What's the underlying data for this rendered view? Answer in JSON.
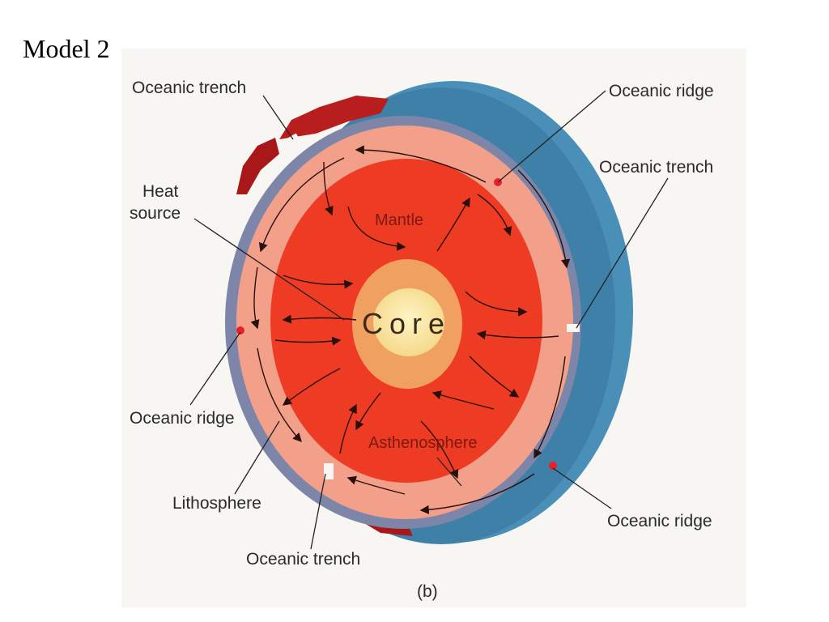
{
  "title": "Model 2",
  "labels": {
    "trench_top_left": "Oceanic trench",
    "ridge_top_right": "Oceanic ridge",
    "trench_right": "Oceanic trench",
    "heat_source_1": "Heat",
    "heat_source_2": "source",
    "mantle": "Mantle",
    "core": "Core",
    "ridge_left": "Oceanic ridge",
    "asthenosphere": "Asthenosphere",
    "lithosphere": "Lithosphere",
    "ridge_bottom_right": "Oceanic ridge",
    "trench_bottom": "Oceanic trench",
    "caption": "(b)"
  },
  "colors": {
    "ocean": "#4a8fb8",
    "lithosphere": "#7d86a8",
    "asthenosphere": "#f2a08a",
    "mantle": "#ee3b24",
    "core_outer": "#f0a060",
    "core_inner": "#faeaa8",
    "continent": "#b81e1e",
    "ridge": "#e8202a"
  }
}
